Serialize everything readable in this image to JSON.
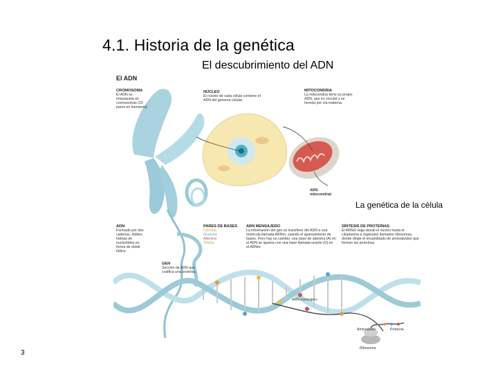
{
  "slide": {
    "title": "4.1. Historia de la genética",
    "subtitle": "El descubrimiento del ADN",
    "caption": "La genética de la célula",
    "page_number": "3"
  },
  "figure": {
    "heading": "El ADN",
    "labels": {
      "cromosoma_title": "CROMOSOMA",
      "cromosoma_text": "El ADN se empaqueta en cromosomas (23 pares en humanos)",
      "nucleo_title": "NÚCLEO",
      "nucleo_text": "El núcleo de cada célula contiene el ADN del genoma celular.",
      "mitocondria_title": "MITOCONDRIA",
      "mitocondria_text": "La mitocondria tiene su propio ADN, que es circular y se hereda por vía materna.",
      "adn_mito": "ADN mitocondrial",
      "adn_title": "ADN",
      "adn_text": "Formado por dos cadenas, dobles hebras de nucleótidos en forma de doble hélice.",
      "pares_title": "PARES DE BASES",
      "bases": [
        "Citosina",
        "Guanina",
        "Adenina",
        "Timina"
      ],
      "arnm_title": "ARN MENSAJERO",
      "arnm_text": "La información del gen se transfiere del ADN a una molécula llamada ARNm; usando el apareamiento de bases. Pero hay un cambio: una base de adenina (A) en el ADN se aparea con una base llamada uracilo (U) en el ARNm.",
      "sintesis_title": "SÍNTESIS DE PROTEÍNAS",
      "sintesis_text": "El ARNm viaja desde el núcleo hasta el citoplasma a orgánulos llamados ribosomas, donde dirige el ensamblado de aminoácidos que forman las proteínas.",
      "gen_title": "GEN",
      "gen_text": "Sección de ADN que codifica una proteína.",
      "arn_mensajero": "ARN mensajero",
      "aminoacido": "Aminoácido",
      "proteina": "Proteína",
      "ribosoma": "Ribosoma"
    },
    "colors": {
      "chromosome": "#a9d3df",
      "cell": "#f7e7b0",
      "nucleus": "#7fc7d6",
      "mitochondria": "#d55a4f",
      "helix": "#bfe0ea"
    }
  }
}
